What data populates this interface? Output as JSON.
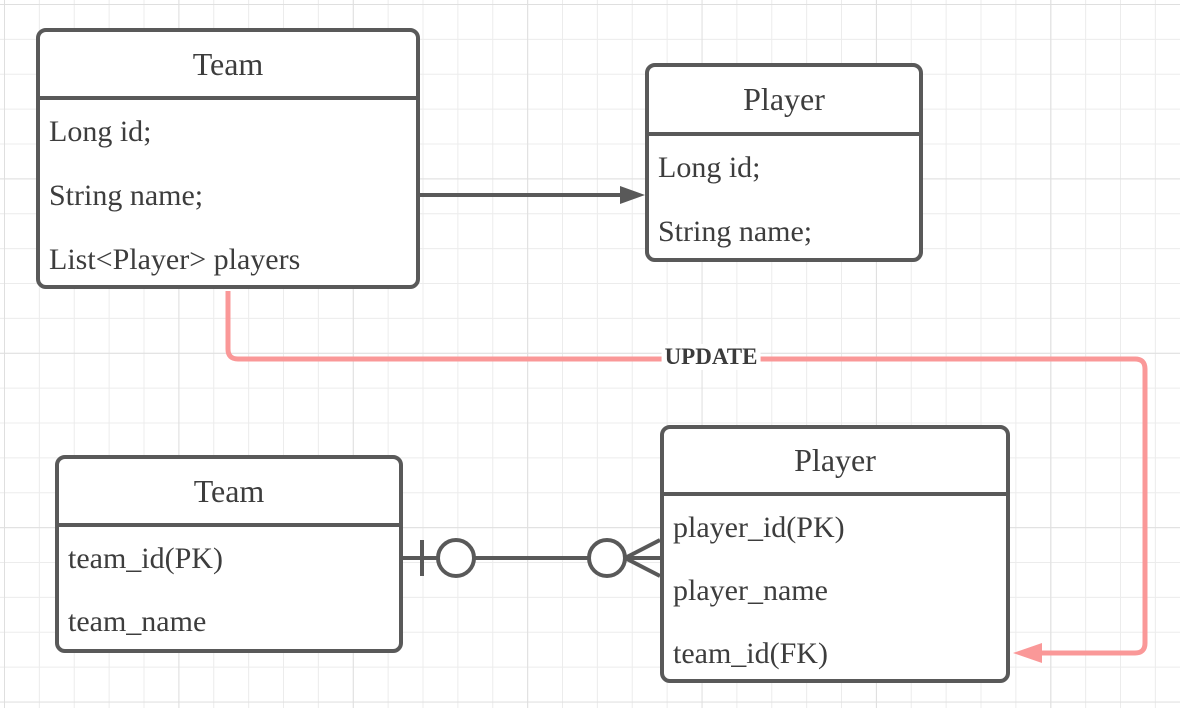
{
  "diagram": {
    "uml_classes": {
      "team": {
        "title": "Team",
        "attributes": [
          "Long id;",
          "String name;",
          "List<Player> players"
        ]
      },
      "player": {
        "title": "Player",
        "attributes": [
          "Long id;",
          "String name;"
        ]
      }
    },
    "er_tables": {
      "team": {
        "title": "Team",
        "attributes": [
          "team_id(PK)",
          "team_name"
        ]
      },
      "player": {
        "title": "Player",
        "attributes": [
          "player_id(PK)",
          "player_name",
          "team_id(FK)"
        ]
      }
    },
    "edges": {
      "update_label": "UPDATE"
    },
    "colors": {
      "shape_stroke": "#595959",
      "text": "#3d3d3d",
      "relation_line": "#fa9898",
      "background": "#ffffff",
      "grid_minor": "#ececec",
      "grid_major": "#dfdfdf"
    }
  }
}
